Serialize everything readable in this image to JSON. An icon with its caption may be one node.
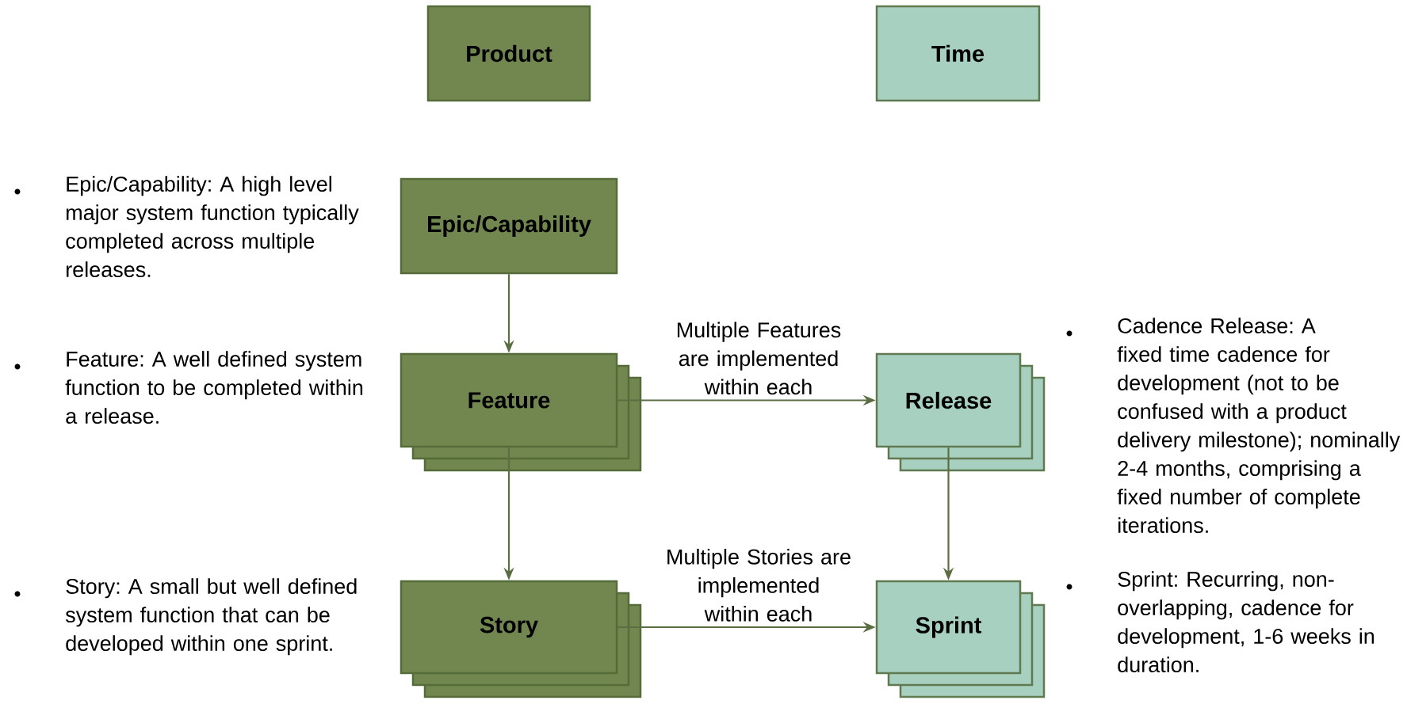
{
  "diagram": {
    "nodes": [
      {
        "text": [
          "Product"
        ]
      },
      {
        "text": [
          "Time"
        ]
      },
      {
        "text": [
          "Epic/Capability"
        ]
      },
      {
        "text": [
          "Feature"
        ]
      },
      {
        "text": [
          "Release"
        ]
      },
      {
        "text": [
          "Story"
        ]
      },
      {
        "text": [
          "Sprint"
        ]
      }
    ],
    "edges": [
      {
        "from": 2,
        "to": 3,
        "arrow": "to"
      },
      {
        "from": 3,
        "to": 4,
        "arrow": "to",
        "label": "Multiple Features are implemented within each"
      },
      {
        "from": 3,
        "to": 5,
        "arrow": "to"
      },
      {
        "from": 4,
        "to": 6,
        "arrow": "to"
      },
      {
        "from": 5,
        "to": 6,
        "arrow": "to",
        "label": "Multiple Stories are implemented within each"
      }
    ],
    "labels": [
      "Epic/Capability: A high level major system function typically completed across multiple releases.",
      "Feature: A well defined system function to be completed within a release.",
      "Cadence Release: A fixed time cadence for development (not to be confused with a product delivery milestone); nominally 2-4 months, comprising a fixed number of complete iterations.",
      "Story: A small but well defined system function that can be developed within one sprint.",
      "Sprint: Recurring, non-overlapping, cadence for development, 1-6 weeks in duration."
    ]
  }
}
